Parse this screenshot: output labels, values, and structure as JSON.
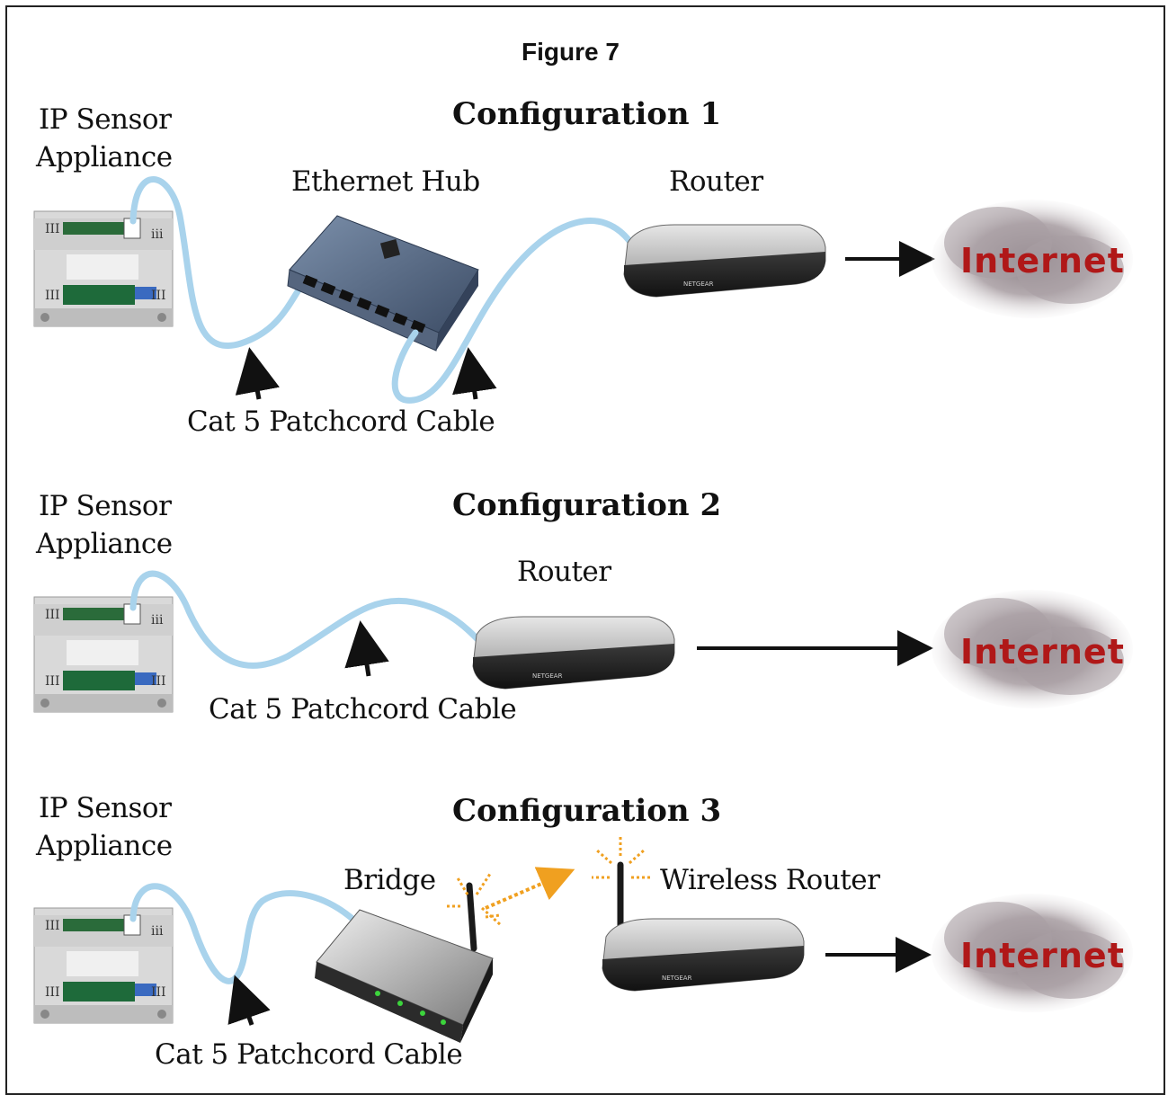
{
  "figure_title": "Figure 7",
  "config1": {
    "title": "Configuration 1",
    "appliance_label_l1": "IP Sensor",
    "appliance_label_l2": "Appliance",
    "hub_label": "Ethernet Hub",
    "router_label": "Router",
    "cable_label": "Cat 5 Patchcord Cable",
    "internet_label": "Internet"
  },
  "config2": {
    "title": "Configuration 2",
    "appliance_label_l1": "IP Sensor",
    "appliance_label_l2": "Appliance",
    "router_label": "Router",
    "cable_label": "Cat 5 Patchcord Cable",
    "internet_label": "Internet"
  },
  "config3": {
    "title": "Configuration 3",
    "appliance_label_l1": "IP Sensor",
    "appliance_label_l2": "Appliance",
    "bridge_label": "Bridge",
    "wireless_router_label": "Wireless Router",
    "cable_label": "Cat 5 Patchcord Cable",
    "internet_label": "Internet"
  },
  "device_text": {
    "router_brand": "NETGEAR"
  },
  "colors": {
    "cable": "#a9d3ec",
    "wireless": "#f0a020",
    "internet_text": "#b01818",
    "cloud": "#9a8f94"
  }
}
